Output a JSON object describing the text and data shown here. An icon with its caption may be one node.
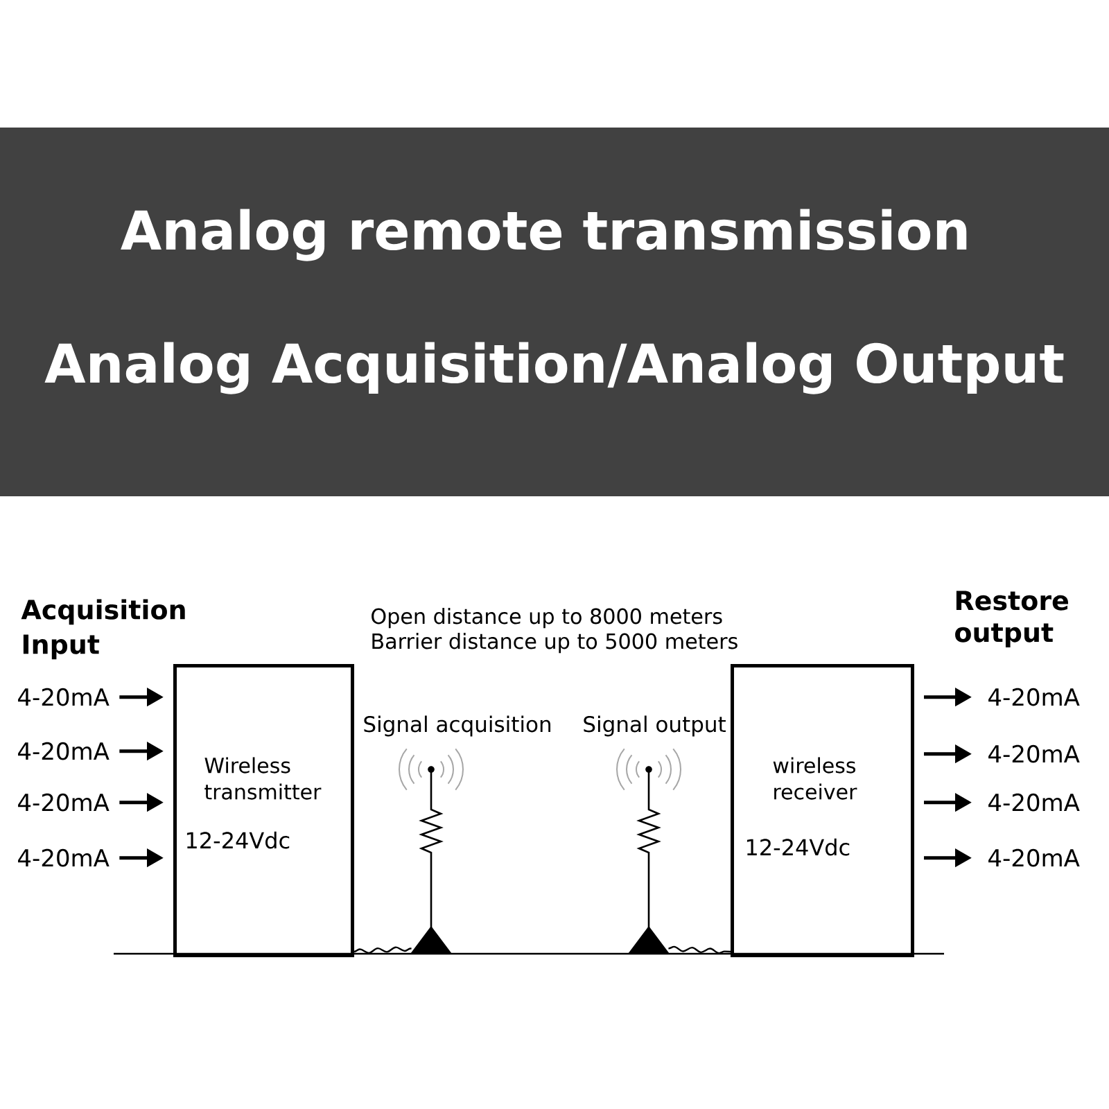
{
  "diagram": {
    "title": "Analog remote transmission",
    "nodes": [
      {
        "text": [
          "4-20mA"
        ]
      },
      {
        "text": [
          "4-20mA"
        ]
      },
      {
        "text": [
          "4-20mA"
        ]
      },
      {
        "text": [
          "4-20mA"
        ]
      },
      {
        "text": [
          "Wireless transmitter",
          "12-24Vdc"
        ]
      },
      {
        "text": [],
        "shape": "antenna",
        "beside": [
          "Signal acquisition"
        ]
      },
      {
        "text": [],
        "shape": "antenna",
        "beside": [
          "Signal output"
        ]
      },
      {
        "text": [
          "wireless receiver",
          "12-24Vdc"
        ]
      },
      {
        "text": [
          "4-20mA"
        ]
      },
      {
        "text": [
          "4-20mA"
        ]
      },
      {
        "text": [
          "4-20mA"
        ]
      },
      {
        "text": [
          "4-20mA"
        ]
      }
    ],
    "edges": [
      {
        "from": 0,
        "to": 4,
        "arrow": "to"
      },
      {
        "from": 1,
        "to": 4,
        "arrow": "to"
      },
      {
        "from": 2,
        "to": 4,
        "arrow": "to"
      },
      {
        "from": 3,
        "to": 4,
        "arrow": "to"
      },
      {
        "from": 4,
        "to": 5,
        "arrow": "none"
      },
      {
        "from": 6,
        "to": 7,
        "arrow": "none"
      },
      {
        "from": 7,
        "to": 8,
        "arrow": "to"
      },
      {
        "from": 7,
        "to": 9,
        "arrow": "to"
      },
      {
        "from": 7,
        "to": 10,
        "arrow": "to"
      },
      {
        "from": 7,
        "to": 11,
        "arrow": "to"
      }
    ],
    "labels": [
      "Analog Acquisition/Analog Output",
      "Acquisition Input",
      "Open distance up to 8000 meters",
      "Barrier distance up to 5000 meters",
      "Restore output"
    ]
  }
}
